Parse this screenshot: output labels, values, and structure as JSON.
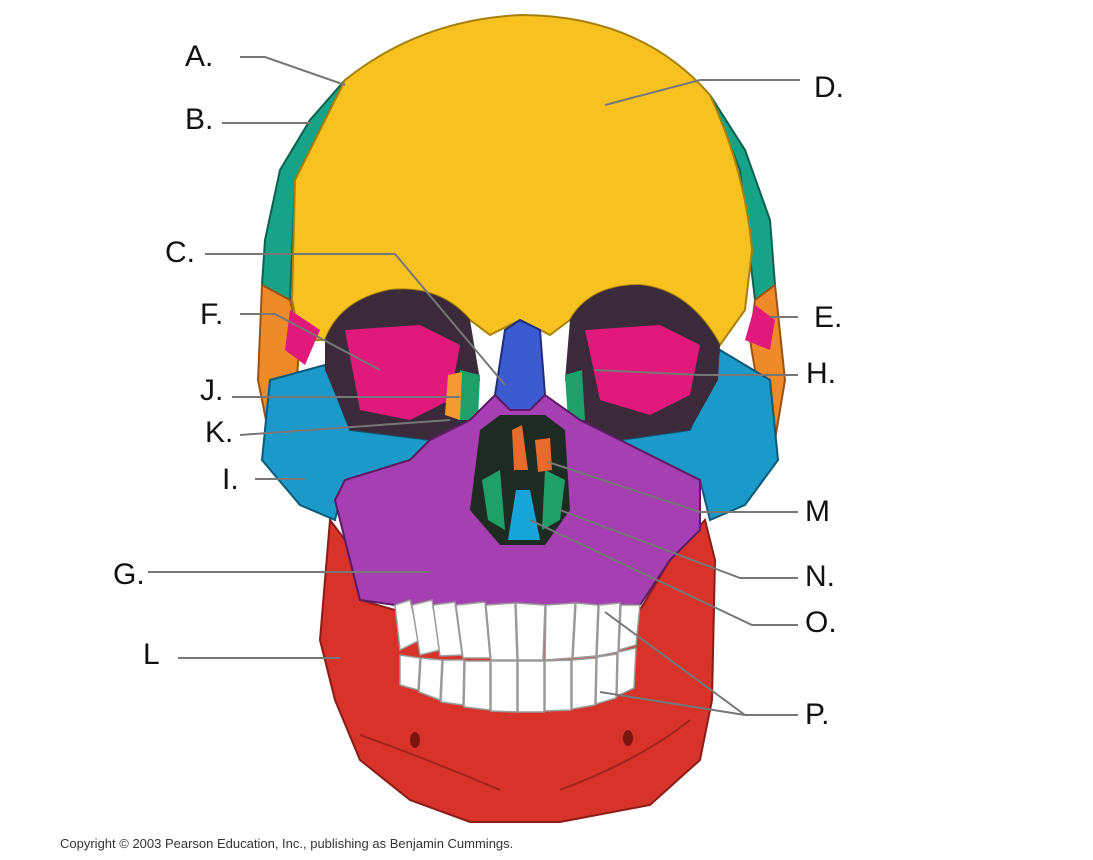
{
  "diagram": {
    "labels": {
      "a": "A.",
      "b": "B.",
      "c": "C.",
      "d": "D.",
      "e": "E.",
      "f": "F.",
      "g": "G.",
      "h": "H.",
      "i": "I.",
      "j": "J.",
      "k": "K.",
      "l": "L",
      "m": "M",
      "n": "N.",
      "o": "O.",
      "p": "P."
    },
    "copyright": "Copyright © 2003 Pearson Education, Inc., publishing as Benjamin Cummings."
  },
  "colors": {
    "frontal": "#f7c21f",
    "parietal": "#17a486",
    "temporal": "#ef8a2a",
    "sphenoid": "#e0197a",
    "zygomatic": "#1b9ac9",
    "maxilla": "#a63fb1",
    "nasal": "#3d5bd1",
    "mandible": "#d8332b",
    "ethmoid": "#1f9f6a",
    "lacrimal": "#f39a33",
    "vomer": "#17a4d8",
    "concha": "#e86a2c",
    "teeth": "#ffffff"
  }
}
